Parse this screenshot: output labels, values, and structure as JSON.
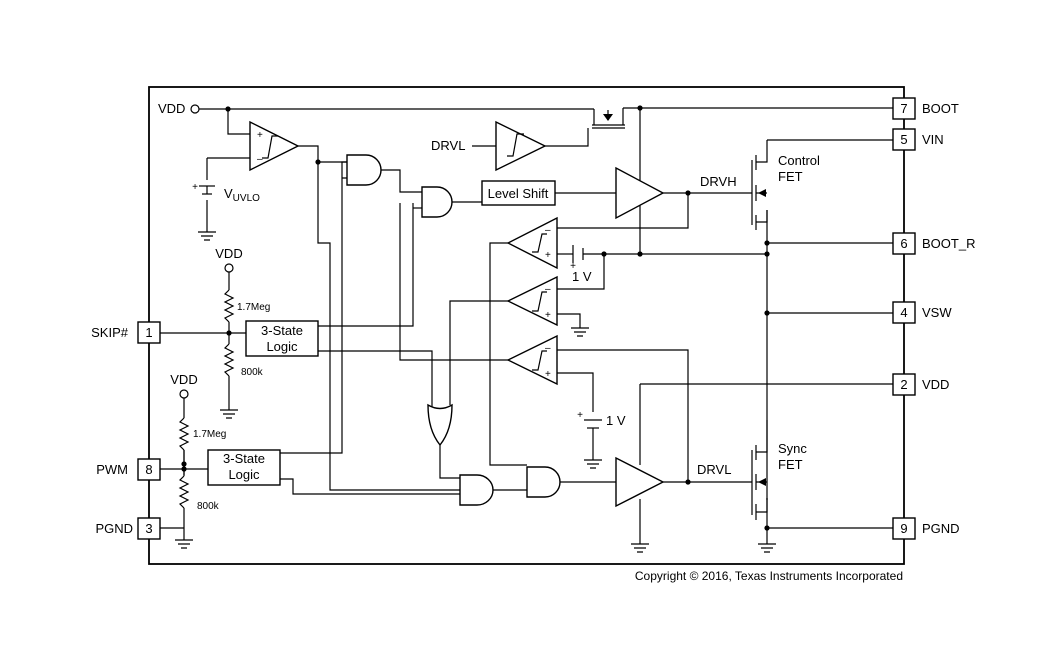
{
  "pins": {
    "vdd_in": "VDD",
    "boot": {
      "num": "7",
      "label": "BOOT"
    },
    "vin": {
      "num": "5",
      "label": "VIN"
    },
    "boot_r": {
      "num": "6",
      "label": "BOOT_R"
    },
    "vsw": {
      "num": "4",
      "label": "VSW"
    },
    "vdd": {
      "num": "2",
      "label": "VDD"
    },
    "pgnd_r": {
      "num": "9",
      "label": "PGND"
    },
    "skip": {
      "num": "1",
      "label": "SKIP#"
    },
    "pwm": {
      "num": "8",
      "label": "PWM"
    },
    "pgnd_l": {
      "num": "3",
      "label": "PGND"
    }
  },
  "labels": {
    "drvl_in": "DRVL",
    "uvlo_main": "V",
    "uvlo_sub": "UVLO",
    "vdd_top": "VDD",
    "vdd_bottom": "VDD",
    "r1_top": "1.7Meg",
    "r1_bottom": "800k",
    "r2_top": "1.7Meg",
    "r2_bottom": "800k",
    "logic1_l1": "3-State",
    "logic1_l2": "Logic",
    "logic2_l1": "3-State",
    "logic2_l2": "Logic",
    "level_shift": "Level Shift",
    "ref1": "1 V",
    "ref2": "1 V",
    "drvh": "DRVH",
    "drvl": "DRVL",
    "ctrl_fet_l1": "Control",
    "ctrl_fet_l2": "FET",
    "sync_fet_l1": "Sync",
    "sync_fet_l2": "FET",
    "plus": "+",
    "minus": "–"
  },
  "copyright": "Copyright © 2016, Texas Instruments Incorporated"
}
